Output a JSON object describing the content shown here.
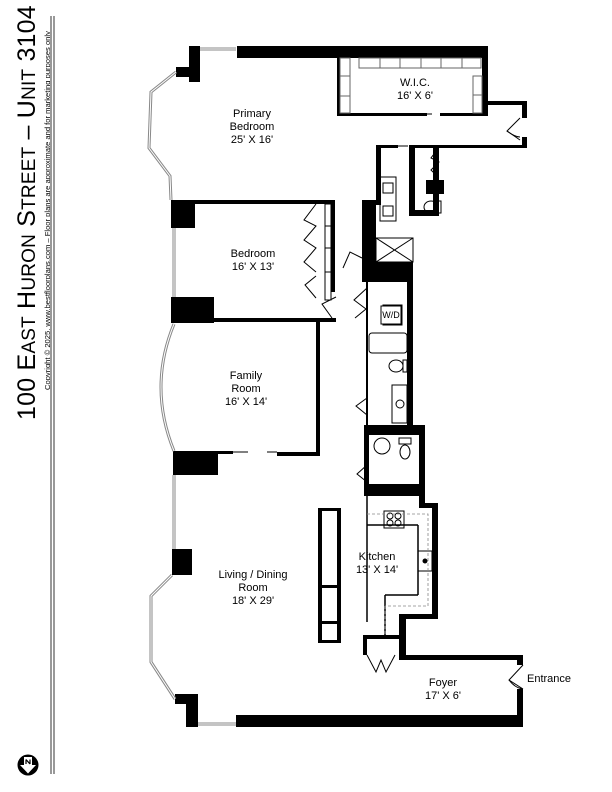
{
  "title": {
    "address_number": "100",
    "street_word1_initial": "E",
    "street_word1_rest": "AST",
    "street_word2_initial": "H",
    "street_word2_rest": "URON",
    "street_word3_initial": "S",
    "street_word3_rest": "TREET",
    "separator": "–",
    "unit_initial": "U",
    "unit_rest": "NIT",
    "unit_number": "3104",
    "full": "100 East Huron Street – Unit 3104"
  },
  "copyright": "Copyright © 2025. www.bestfloorplans.com – Floor plans are approximate and for marketing purposes only",
  "compass": {
    "icon": "north-arrow-icon",
    "letter": "N"
  },
  "colors": {
    "wall": "#000000",
    "window": "#9a9a9a",
    "fixture": "#666666",
    "rule": "#999999",
    "background": "#ffffff"
  },
  "rooms": [
    {
      "id": "primary-bedroom",
      "lines": [
        "Primary",
        "Bedroom",
        "25' X 16'"
      ]
    },
    {
      "id": "wic",
      "lines": [
        "W.I.C.",
        "16' X 6'"
      ]
    },
    {
      "id": "bedroom",
      "lines": [
        "Bedroom",
        "16' X 13'"
      ]
    },
    {
      "id": "family-room",
      "lines": [
        "Family",
        "Room",
        "16' X 14'"
      ]
    },
    {
      "id": "living-dining",
      "lines": [
        "Living / Dining",
        "Room",
        "18' X 29'"
      ]
    },
    {
      "id": "kitchen",
      "lines": [
        "Kitchen",
        "13' X 14'"
      ]
    },
    {
      "id": "foyer",
      "lines": [
        "Foyer",
        "17' X 6'"
      ]
    }
  ],
  "labels": {
    "washer_dryer": "W/D",
    "entrance": "Entrance"
  }
}
